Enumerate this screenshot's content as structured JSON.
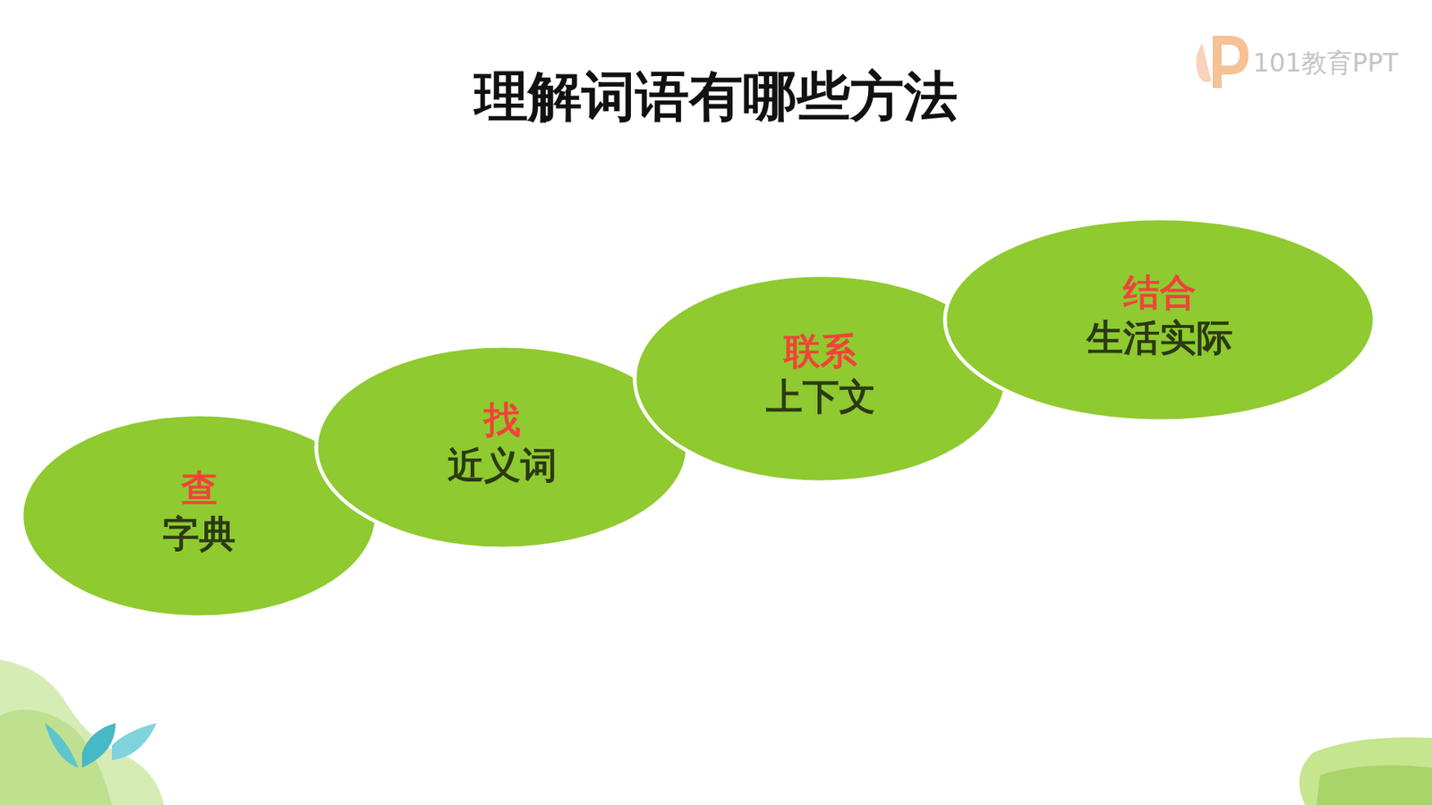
{
  "diagram": {
    "title": "理解词语有哪些方法",
    "nodes": [
      {
        "text": [
          "查",
          "字典"
        ]
      },
      {
        "text": [
          "找",
          "近义词"
        ]
      },
      {
        "text": [
          "联系",
          "上下文"
        ]
      },
      {
        "text": [
          "结合",
          "生活实际"
        ]
      }
    ],
    "labels": [
      "101教育PPT"
    ]
  }
}
